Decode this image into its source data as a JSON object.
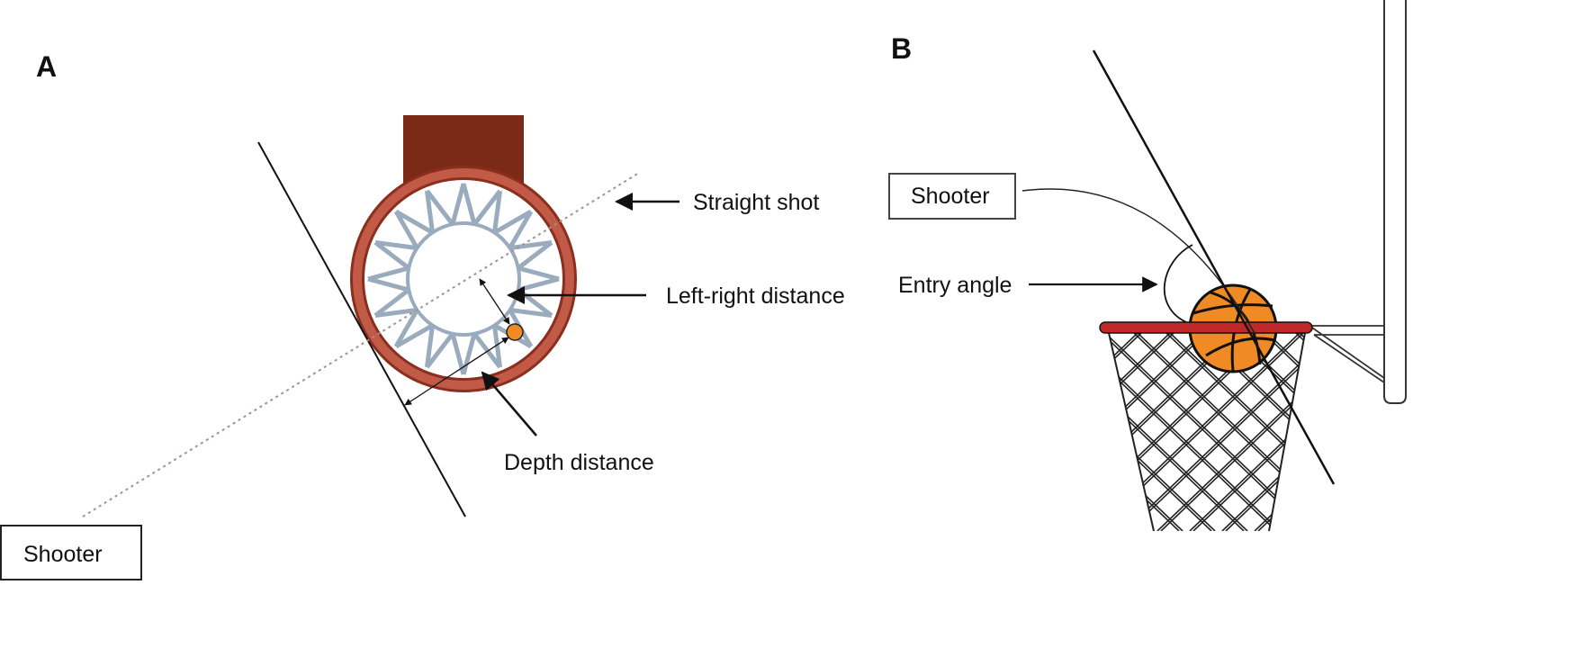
{
  "panels": {
    "a": {
      "letter": "A",
      "labels": {
        "straight_shot": "Straight shot",
        "left_right": "Left-right distance",
        "depth": "Depth distance",
        "shooter": "Shooter"
      }
    },
    "b": {
      "letter": "B",
      "labels": {
        "shooter": "Shooter",
        "entry_angle": "Entry angle"
      }
    }
  },
  "colors": {
    "backboard": "#7a2a16",
    "rim_outer": "#c25a48",
    "rim_dark": "#8a2e1e",
    "net_top": "#9aabbd",
    "ball": "#f08a24",
    "rim_side": "#c0282a",
    "dotted_line": "#a89090"
  }
}
